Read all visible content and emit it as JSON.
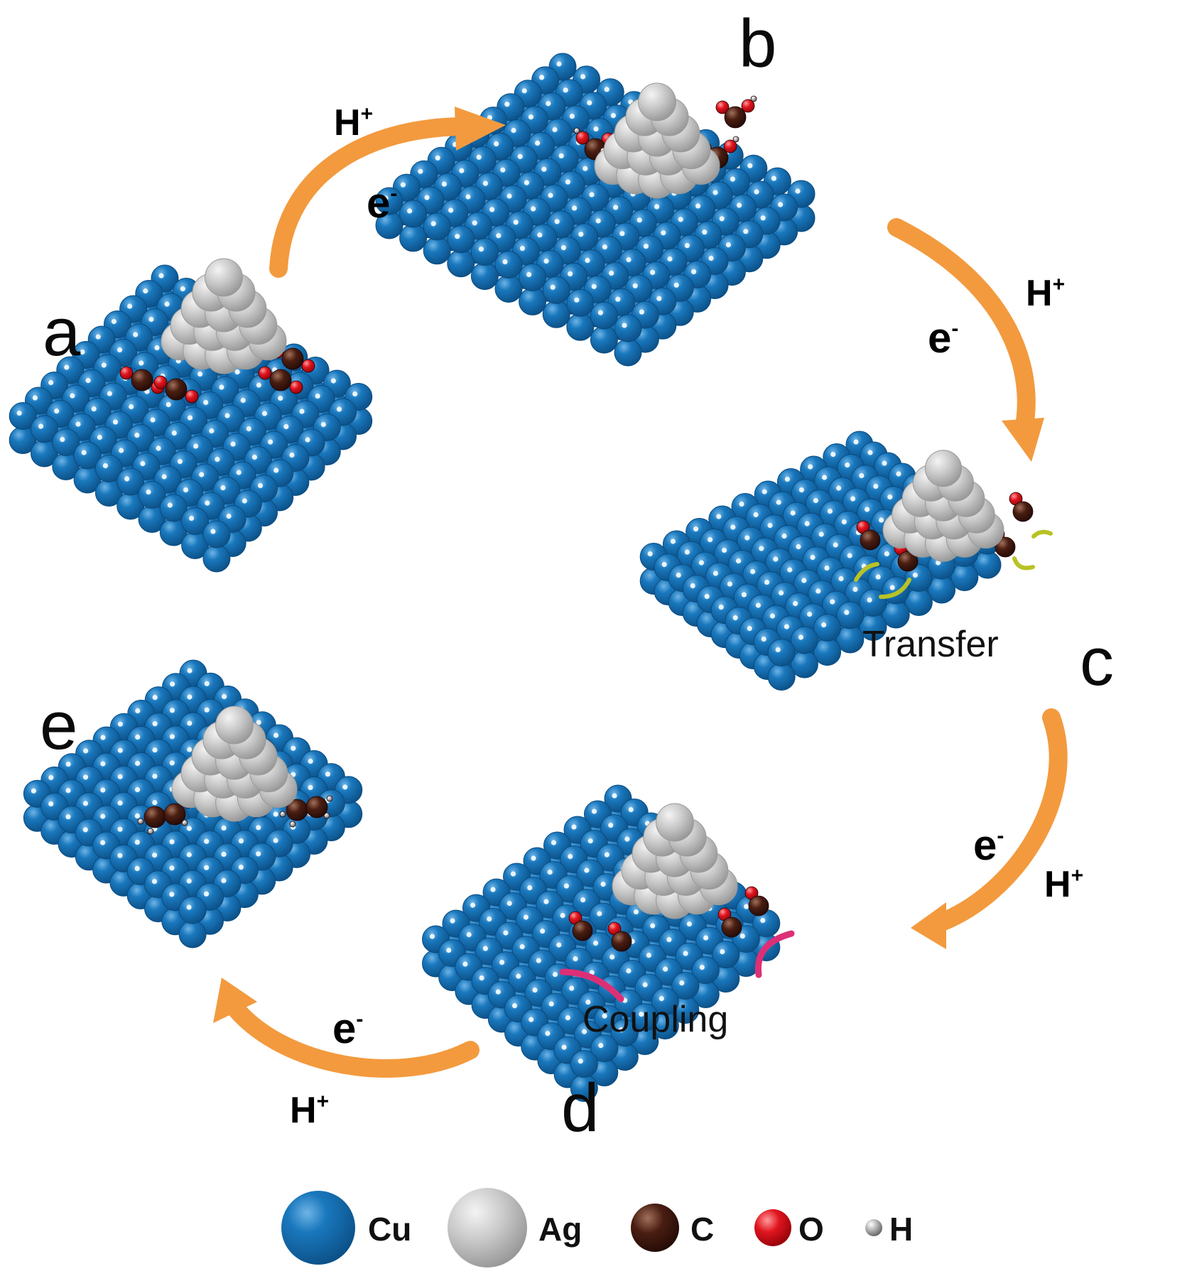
{
  "colors": {
    "cu": "#1570b3",
    "ag": "#c3c3c3",
    "c": "#4a1e12",
    "o": "#e0151f",
    "h": "#9a9a9a",
    "arrow": "#f39a3e",
    "proton": "#19c3e6",
    "electron": "#7a35a0",
    "transfer": "#b9c225",
    "coupling": "#dd2f76"
  },
  "stages": [
    {
      "id": "a",
      "label": "a",
      "adsorbate": "CO2"
    },
    {
      "id": "b",
      "label": "b",
      "adsorbate": "COOH"
    },
    {
      "id": "c",
      "label": "c",
      "adsorbate": "CO",
      "annotation": "Transfer"
    },
    {
      "id": "d",
      "label": "d",
      "adsorbate": "CO",
      "annotation": "Coupling"
    },
    {
      "id": "e",
      "label": "e",
      "adsorbate": "C2H4"
    }
  ],
  "steps": [
    {
      "from": "a",
      "to": "b",
      "proton": "H",
      "proton_sign": "+",
      "electron": "e",
      "electron_sign": "-"
    },
    {
      "from": "b",
      "to": "c",
      "proton": "H",
      "proton_sign": "+",
      "electron": "e",
      "electron_sign": "-"
    },
    {
      "from": "c",
      "to": "d",
      "proton": "H",
      "proton_sign": "+",
      "electron": "e",
      "electron_sign": "-"
    },
    {
      "from": "d",
      "to": "e",
      "proton": "H",
      "proton_sign": "+",
      "electron": "e",
      "electron_sign": "-"
    }
  ],
  "legend": [
    {
      "element": "Cu",
      "label": "Cu"
    },
    {
      "element": "Ag",
      "label": "Ag"
    },
    {
      "element": "C",
      "label": "C"
    },
    {
      "element": "O",
      "label": "O"
    },
    {
      "element": "H",
      "label": "H"
    }
  ]
}
